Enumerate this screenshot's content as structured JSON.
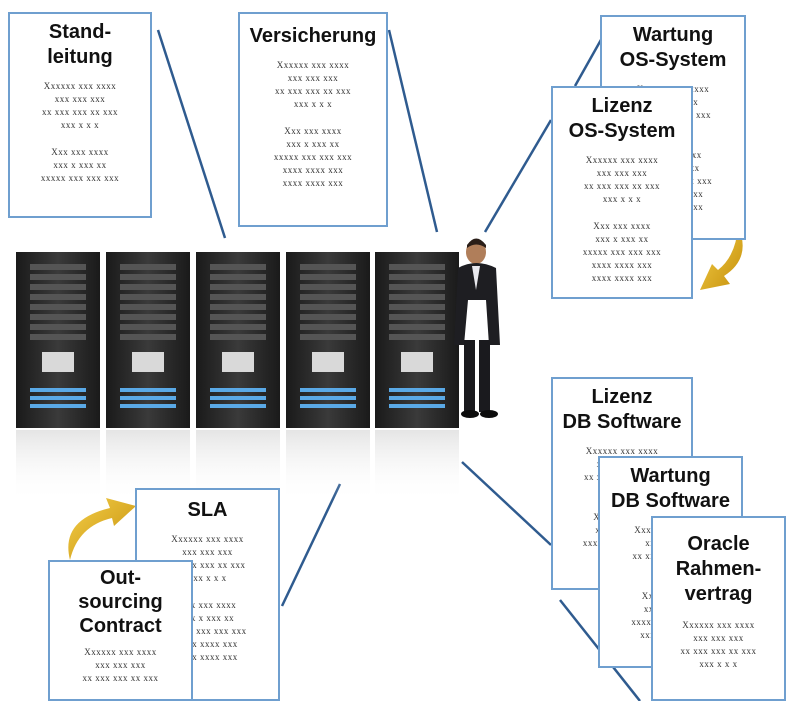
{
  "documents": {
    "standleitung": {
      "title_lines": [
        "Stand-",
        "leitung"
      ],
      "text_lines": [
        "Xxxxxx xxx xxxx",
        "xxx xxx  xxx",
        "xx  xxx  xxx  xx  xxx",
        "xxx  x x x",
        "",
        "Xxx xxx  xxxx",
        "xxx x  xxx  xx",
        "xxxxx  xxx  xxx  xxx"
      ]
    },
    "versicherung": {
      "title_lines": [
        "Versicherung"
      ],
      "text_lines": [
        "Xxxxxx xxx xxxx",
        "xxx xxx  xxx",
        "xx  xxx  xxx  xx  xxx",
        "xxx  x x x",
        "",
        "Xxx xxx  xxxx",
        "xxx x  xxx  xx",
        "xxxxx  xxx  xxx  xxx",
        "xxxx  xxxx  xxx",
        "xxxx  xxxx  xxx"
      ]
    },
    "wartung_os": {
      "title_lines": [
        "Wartung",
        "OS-System"
      ],
      "text_lines": [
        "Xxxxxx xxx xxxx",
        "xxx xxx  xxx",
        "xx  xxx  xxx  xx  xxx",
        "xxx  x x x",
        "",
        "Xxx xxx  xxxx",
        "xxx x  xxx  xx",
        "xxxxx  xxx  xxx  xxx",
        "xxxx  xxxx  xxx",
        "xxxx  xxxx  xxx"
      ]
    },
    "lizenz_os": {
      "title_lines": [
        "Lizenz",
        "OS-System"
      ],
      "text_lines": [
        "Xxxxxx xxx xxxx",
        "xxx xxx  xxx",
        "xx  xxx  xxx  xx  xxx",
        "xxx  x x x",
        "",
        "Xxx xxx  xxxx",
        "xxx x  xxx  xx",
        "xxxxx  xxx  xxx  xxx",
        "xxxx  xxxx  xxx",
        "xxxx  xxxx  xxx"
      ]
    },
    "lizenz_db": {
      "title_lines": [
        "Lizenz",
        "DB Software"
      ],
      "text_lines": [
        "Xxxxxx xxx xxxx",
        "xxx xxx  xxx",
        "xx  xxx  xxx  xx  xxx",
        "xxx  x x x",
        "",
        "Xxx xxx  xxxx",
        "xxx x  xxx  xx",
        "xxxxx  xxx  xxx  xxx"
      ]
    },
    "wartung_db": {
      "title_lines": [
        "Wartung",
        "DB Software"
      ],
      "text_lines": [
        "Xxxxxx xxx xxxx",
        "xxx xxx  xxx",
        "xx  xxx  xxx  xx  xxx",
        "xxx  x x x",
        "",
        "Xxx xxx  xxxx",
        "xxx x  xxx  xx",
        "xxxxx  xxx  xxx  xxx",
        "xxxx  xxxx  xxx"
      ]
    },
    "oracle": {
      "title_lines": [
        "Oracle",
        "Rahmen-",
        "vertrag"
      ],
      "text_lines": [
        "Xxxxxx xxx xxxx",
        "xxx xxx  xxx",
        "xx  xxx  xxx  xx  xxx",
        "xxx  x x x"
      ]
    },
    "sla": {
      "title_lines": [
        "SLA"
      ],
      "text_lines": [
        "Xxxxxx xxx xxxx",
        "xxx xxx  xxx",
        "xx  xxx  xxx  xx  xxx",
        "xxx  x x x",
        "",
        "Xxx xxx  xxxx",
        "xxx x  xxx  xx",
        "xxxxx  xxx  xxx  xxx",
        "xxxx  xxxx  xxx",
        "xxxx  xxxx  xxx"
      ]
    },
    "outsourcing": {
      "title_lines": [
        "Out-",
        "sourcing",
        "Contract"
      ],
      "text_lines": [
        "Xxxxxx xxx xxxx",
        "xxx xxx  xxx",
        "xx  xxx  xxx  xx  xxx"
      ]
    }
  },
  "colors": {
    "document_border": "#6f9fcf",
    "connector_line": "#2f5b8f",
    "arrow_gold": "#e8b21a",
    "server_body": "#2b2b2b",
    "server_led_blue": "#5aa9e6",
    "person_suit": "#1e1e22"
  }
}
